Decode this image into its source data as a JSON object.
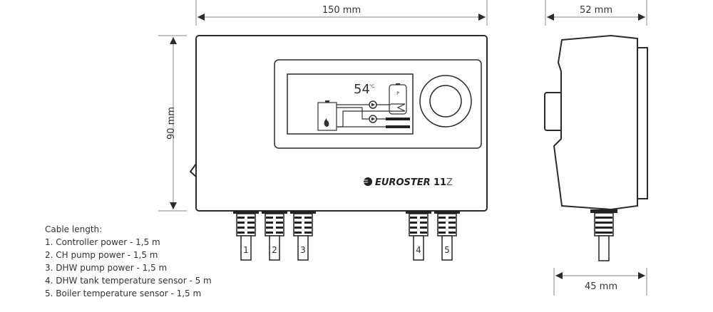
{
  "dimensions": {
    "width_front": "150 mm",
    "height_front": "90 mm",
    "depth_top": "52 mm",
    "depth_bottom": "45 mm"
  },
  "display": {
    "temperature": "54",
    "unit": "°C",
    "tank_label": "P"
  },
  "brand": {
    "name": "EUROSTER",
    "model_number": "11",
    "model_suffix": "Z"
  },
  "connectors": [
    "1",
    "2",
    "3",
    "4",
    "5"
  ],
  "cable_legend": {
    "title": "Cable length:",
    "items": [
      "1. Controller power - 1,5 m",
      "2. CH pump power - 1,5 m",
      "3. DHW pump power - 1,5 m",
      "4. DHW tank temperature sensor - 5 m",
      "5. Boiler temperature sensor - 1,5 m"
    ]
  }
}
